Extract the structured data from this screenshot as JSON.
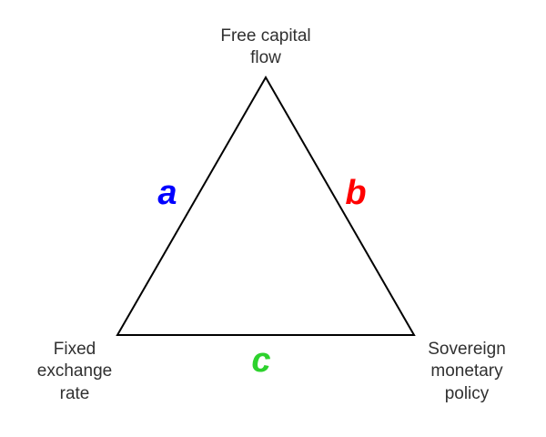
{
  "diagram": {
    "background_color": "#ffffff",
    "line_color": "#000000",
    "label_color": "#303030",
    "vertices": {
      "top": {
        "label": "Free capital\nflow"
      },
      "bottom_left": {
        "label": "Fixed\nexchange\nrate"
      },
      "bottom_right": {
        "label": "Sovereign\nmonetary\npolicy"
      }
    },
    "edges": {
      "left": {
        "label": "a",
        "color": "#0000ff"
      },
      "right": {
        "label": "b",
        "color": "#ff0000"
      },
      "bottom": {
        "label": "c",
        "color": "#2dd22d"
      }
    }
  }
}
